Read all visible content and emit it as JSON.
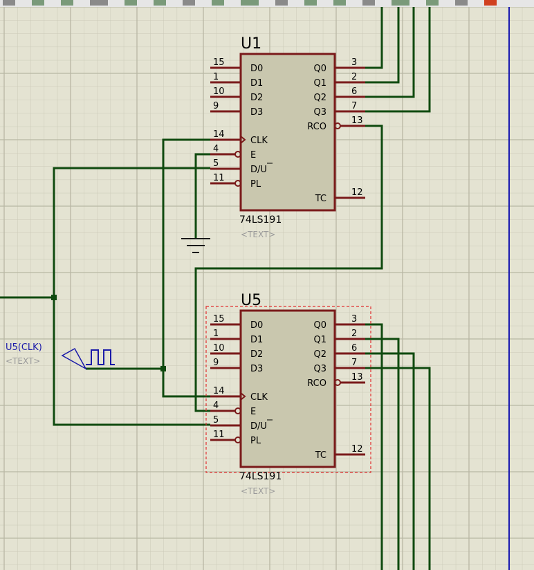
{
  "colors": {
    "canvas": "#e4e3d2",
    "grid_minor": "#cbcab8",
    "grid_major": "#b8b7a4",
    "wire": "#0f4a0f",
    "part_body": "#c9c7ae",
    "part_outline": "#7a1a1a",
    "pin": "#7a1a1a",
    "text": "#000000",
    "placeholder": "#9a9a9a",
    "generator": "#1a1aa8",
    "selection": "#e03030",
    "sheet_border": "#1a1ab0",
    "ground": "#1a1a1a"
  },
  "toolbar": {
    "icons": [
      "copy-icon",
      "cut-icon",
      "paste-icon",
      "block-copy-icon",
      "block-move-icon",
      "block-rotate-icon",
      "block-delete-icon",
      "pick-device-icon",
      "make-device-icon",
      "packaging-tool-icon",
      "decompose-icon",
      "wire-autorouter-icon",
      "search-tag-icon",
      "property-assign-icon",
      "new-sheet-icon",
      "remove-sheet-icon",
      "zoom-to-child-icon"
    ]
  },
  "components": [
    {
      "designator": "U1",
      "part": "74LS191",
      "text_placeholder": "<TEXT>",
      "left_pins": [
        {
          "num": "15",
          "name": "D0",
          "bubble": false,
          "clock": false
        },
        {
          "num": "1",
          "name": "D1",
          "bubble": false,
          "clock": false
        },
        {
          "num": "10",
          "name": "D2",
          "bubble": false,
          "clock": false
        },
        {
          "num": "9",
          "name": "D3",
          "bubble": false,
          "clock": false
        },
        {
          "num": "14",
          "name": "CLK",
          "bubble": false,
          "clock": true
        },
        {
          "num": "4",
          "name": "E",
          "bubble": true,
          "clock": false
        },
        {
          "num": "5",
          "name": "D/U",
          "bubble": false,
          "clock": false
        },
        {
          "num": "11",
          "name": "PL",
          "bubble": true,
          "clock": false
        }
      ],
      "right_pins": [
        {
          "num": "3",
          "name": "Q0",
          "bubble": false
        },
        {
          "num": "2",
          "name": "Q1",
          "bubble": false
        },
        {
          "num": "6",
          "name": "Q2",
          "bubble": false
        },
        {
          "num": "7",
          "name": "Q3",
          "bubble": false
        },
        {
          "num": "13",
          "name": "RCO",
          "bubble": true
        },
        {
          "num": "12",
          "name": "TC",
          "bubble": false
        }
      ]
    },
    {
      "designator": "U5",
      "part": "74LS191",
      "text_placeholder": "<TEXT>",
      "selected": true,
      "left_pins": [
        {
          "num": "15",
          "name": "D0",
          "bubble": false,
          "clock": false
        },
        {
          "num": "1",
          "name": "D1",
          "bubble": false,
          "clock": false
        },
        {
          "num": "10",
          "name": "D2",
          "bubble": false,
          "clock": false
        },
        {
          "num": "9",
          "name": "D3",
          "bubble": false,
          "clock": false
        },
        {
          "num": "14",
          "name": "CLK",
          "bubble": false,
          "clock": true
        },
        {
          "num": "4",
          "name": "E",
          "bubble": true,
          "clock": false
        },
        {
          "num": "5",
          "name": "D/U",
          "bubble": false,
          "clock": false
        },
        {
          "num": "11",
          "name": "PL",
          "bubble": true,
          "clock": false
        }
      ],
      "right_pins": [
        {
          "num": "3",
          "name": "Q0",
          "bubble": false
        },
        {
          "num": "2",
          "name": "Q1",
          "bubble": false
        },
        {
          "num": "6",
          "name": "Q2",
          "bubble": false
        },
        {
          "num": "7",
          "name": "Q3",
          "bubble": false
        },
        {
          "num": "13",
          "name": "RCO",
          "bubble": true
        },
        {
          "num": "12",
          "name": "TC",
          "bubble": false
        }
      ]
    }
  ],
  "generator": {
    "name": "U5(CLK)",
    "text_placeholder": "<TEXT>",
    "icon": "square-wave-generator-icon"
  },
  "ground": {
    "icon": "ground-symbol-icon"
  }
}
